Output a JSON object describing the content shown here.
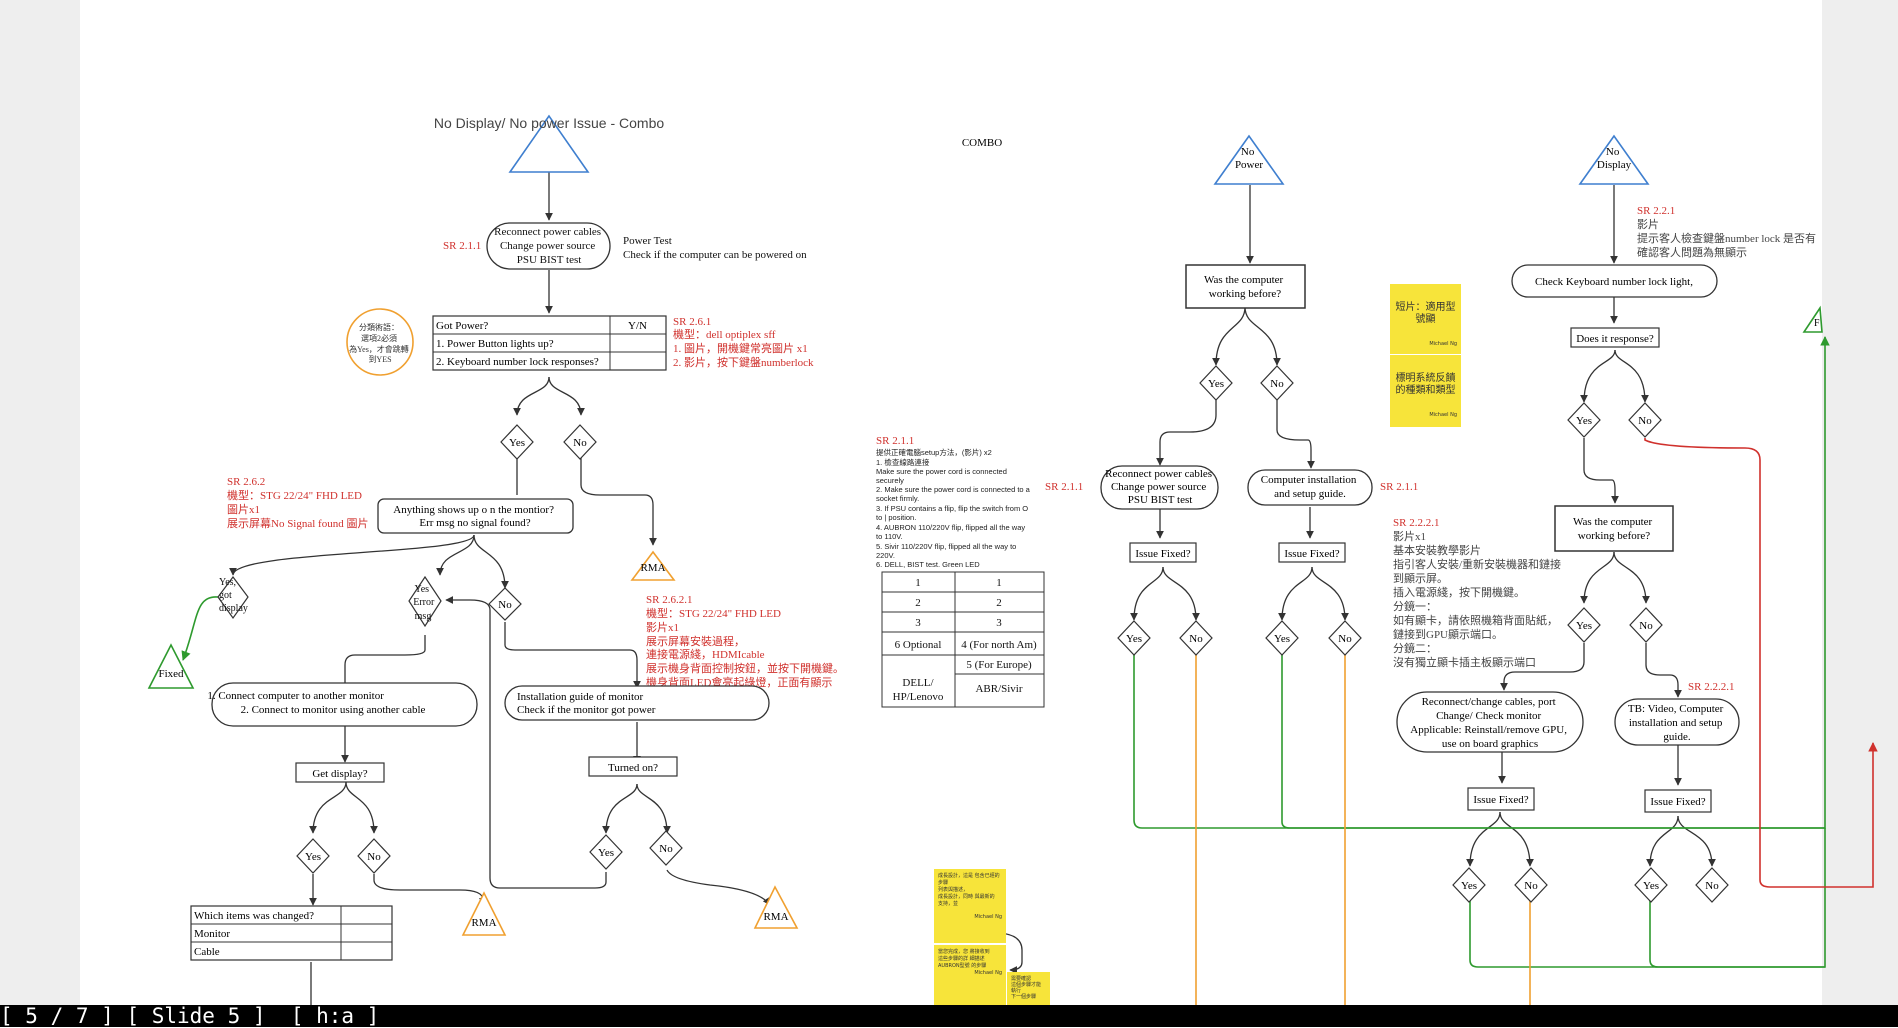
{
  "statusbar": {
    "page": "[ 5 / 7 ]",
    "slide": "[ Slide 5 ]",
    "mode": "[ h:a ]"
  },
  "colors": {
    "red": "#d0312d",
    "orange": "#f0a030",
    "blue": "#3f7fcf",
    "green": "#2e9a2e",
    "sticky": "#f7e43a"
  },
  "left": {
    "start": "No Display/ No power Issue - Combo",
    "reconnect": [
      "Reconnect power cables",
      "Change power source",
      "PSU BIST test"
    ],
    "sr211": "SR 2.1.1",
    "power_test": [
      "Power Test",
      "Check if the computer can be powered on"
    ],
    "note_circle": [
      "分類術語：",
      "選項2必須",
      "為Yes，才會跳轉",
      "到YES"
    ],
    "got_power": {
      "header": [
        "Got Power?",
        "Y/N"
      ],
      "rows": [
        "1. Power Button lights up?",
        "2. Keyboard number lock responses?"
      ]
    },
    "sr261": [
      "SR 2.6.1",
      "機型：dell optiplex sff",
      "1.  圖片，開機鍵常亮圖片 x1",
      "2.  影片，按下鍵盤numberlock"
    ],
    "yes1": "Yes",
    "no1": "No",
    "rma1": "RMA",
    "sr262": [
      "SR 2.6.2",
      "機型：STG 22/24\" FHD LED",
      "圖片x1",
      "展示屏幕No Signal found 圖片"
    ],
    "anything": [
      "Anything shows up o n the montior?",
      "Err msg no signal found?"
    ],
    "yes_display": [
      "Yes,",
      "got",
      "display"
    ],
    "yes_error": [
      "Yes",
      "Error",
      "msg"
    ],
    "no2": "No",
    "fixed": "Fixed",
    "sr2621": [
      "SR 2.6.2.1",
      "機型：STG 22/24\" FHD LED",
      "影片x1",
      "展示屏幕安裝過程，",
      "連接電源綫，HDMIcable",
      "展示機身背面控制按鈕，並按下開機鍵。",
      "機身背面LED會亮起綠燈，正面有顯示"
    ],
    "connect_other": [
      "1. Connect computer to another monitor",
      "2. Connect to monitor using another cable"
    ],
    "install_guide": [
      "Installation guide of monitor",
      "Check if the monitor got power"
    ],
    "get_display": "Get display?",
    "turned_on": "Turned on?",
    "yes3": "Yes",
    "no3": "No",
    "yes4": "Yes",
    "no4": "No",
    "rma2": "RMA",
    "rma3": "RMA",
    "items_changed": [
      "Which items was changed?",
      "Monitor",
      "Cable"
    ]
  },
  "middle": {
    "combo": "COMBO",
    "sr211": "SR 2.1.1",
    "setup_title": "提供正確電腦setup方法，(影片) x2",
    "setup_lines": [
      "1. 檢查線路連接",
      "Make sure the power cord is connected",
      "securely",
      "2. Make sure the power cord is connected to a",
      "socket firmly.",
      "3. If PSU contains a flip, flip the switch from O",
      "to | position.",
      "4. AUBRON 110/220V flip, flipped all the way",
      "to 110V.",
      "5. Sivir 110/220V flip, flipped all the way to",
      "220V.",
      "6. DELL, BIST test. Green LED"
    ],
    "psu_table": [
      [
        "1",
        "1"
      ],
      [
        "2",
        "2"
      ],
      [
        "3",
        "3"
      ],
      [
        "6 Optional",
        "4 (For north Am)"
      ],
      [
        "",
        "5 (For Europe)"
      ],
      [
        "DELL/ HP/Lenovo",
        "ABR/Sivir"
      ]
    ],
    "sticky1": [
      "成長設計，這是 包含已經的步驟",
      "列表與描述，",
      "",
      "成長設計，同時 與最新的",
      "支持，並",
      "",
      "Michael Ng"
    ],
    "sticky2": [
      "當您完成，您 將接收到",
      "這些步驟的詳 細描述",
      "",
      "AUBRON型號 的步驟",
      "",
      "Michael Ng"
    ],
    "sticky3": [
      "需要確認",
      "這個步驟才能 執行",
      "下一個步驟",
      "",
      "Michael Ng"
    ]
  },
  "nopower": {
    "start": "No Power",
    "was_working": [
      "Was the computer",
      "working before?"
    ],
    "yes": "Yes",
    "no": "No",
    "reconnect": [
      "Reconnect power cables",
      "Change power source",
      "PSU BIST test"
    ],
    "install": [
      "Computer installation",
      "and setup guide."
    ],
    "sr211a": "SR 2.1.1",
    "sr211b": "SR 2.1.1",
    "fixed1": "Issue Fixed?",
    "fixed2": "Issue Fixed?",
    "yes2": "Yes",
    "no2": "No",
    "yes3": "Yes",
    "no3": "No",
    "sticky_a": [
      "短片：適用型",
      "號顯",
      "",
      "Michael Ng"
    ],
    "sticky_b": [
      "標明系統反饋",
      "的種類和類型",
      "",
      "Michael Ng"
    ]
  },
  "nodisplay": {
    "start": "No Display",
    "sr221": [
      "SR 2.2.1",
      "影片",
      "提示客人檢查鍵盤number lock 是否有",
      "確認客人問題為無顯示"
    ],
    "check_numlock": "Check Keyboard number lock light,",
    "does_response": "Does it response?",
    "yes1": "Yes",
    "no1": "No",
    "was_working": [
      "Was the computer",
      "working before?"
    ],
    "yes2": "Yes",
    "no2": "No",
    "sr2221": [
      "SR 2.2.2.1",
      "影片x1",
      "基本安裝教學影片",
      "指引客人安裝/重新安裝機器和鏈接",
      "到顯示屏。",
      "插入電源綫，按下開機鍵。",
      "分鏡一：",
      "如有顯卡，請依照機箱背面貼紙，",
      "鏈接到GPU顯示端口。",
      "分鏡二：",
      "沒有獨立顯卡插主板顯示端口"
    ],
    "sr2221b": "SR 2.2.2.1",
    "reconnect": [
      "Reconnect/change cables, port",
      "Change/ Check monitor",
      "Applicable: Reinstall/remove GPU,",
      "use on board graphics"
    ],
    "tb": [
      "TB: Video, Computer",
      "installation and setup",
      "guide."
    ],
    "fixed1": "Issue Fixed?",
    "fixed2": "Issue Fixed?",
    "yes3": "Yes",
    "no3": "No",
    "yes4": "Yes",
    "no4": "No",
    "edge_letter": "F"
  }
}
